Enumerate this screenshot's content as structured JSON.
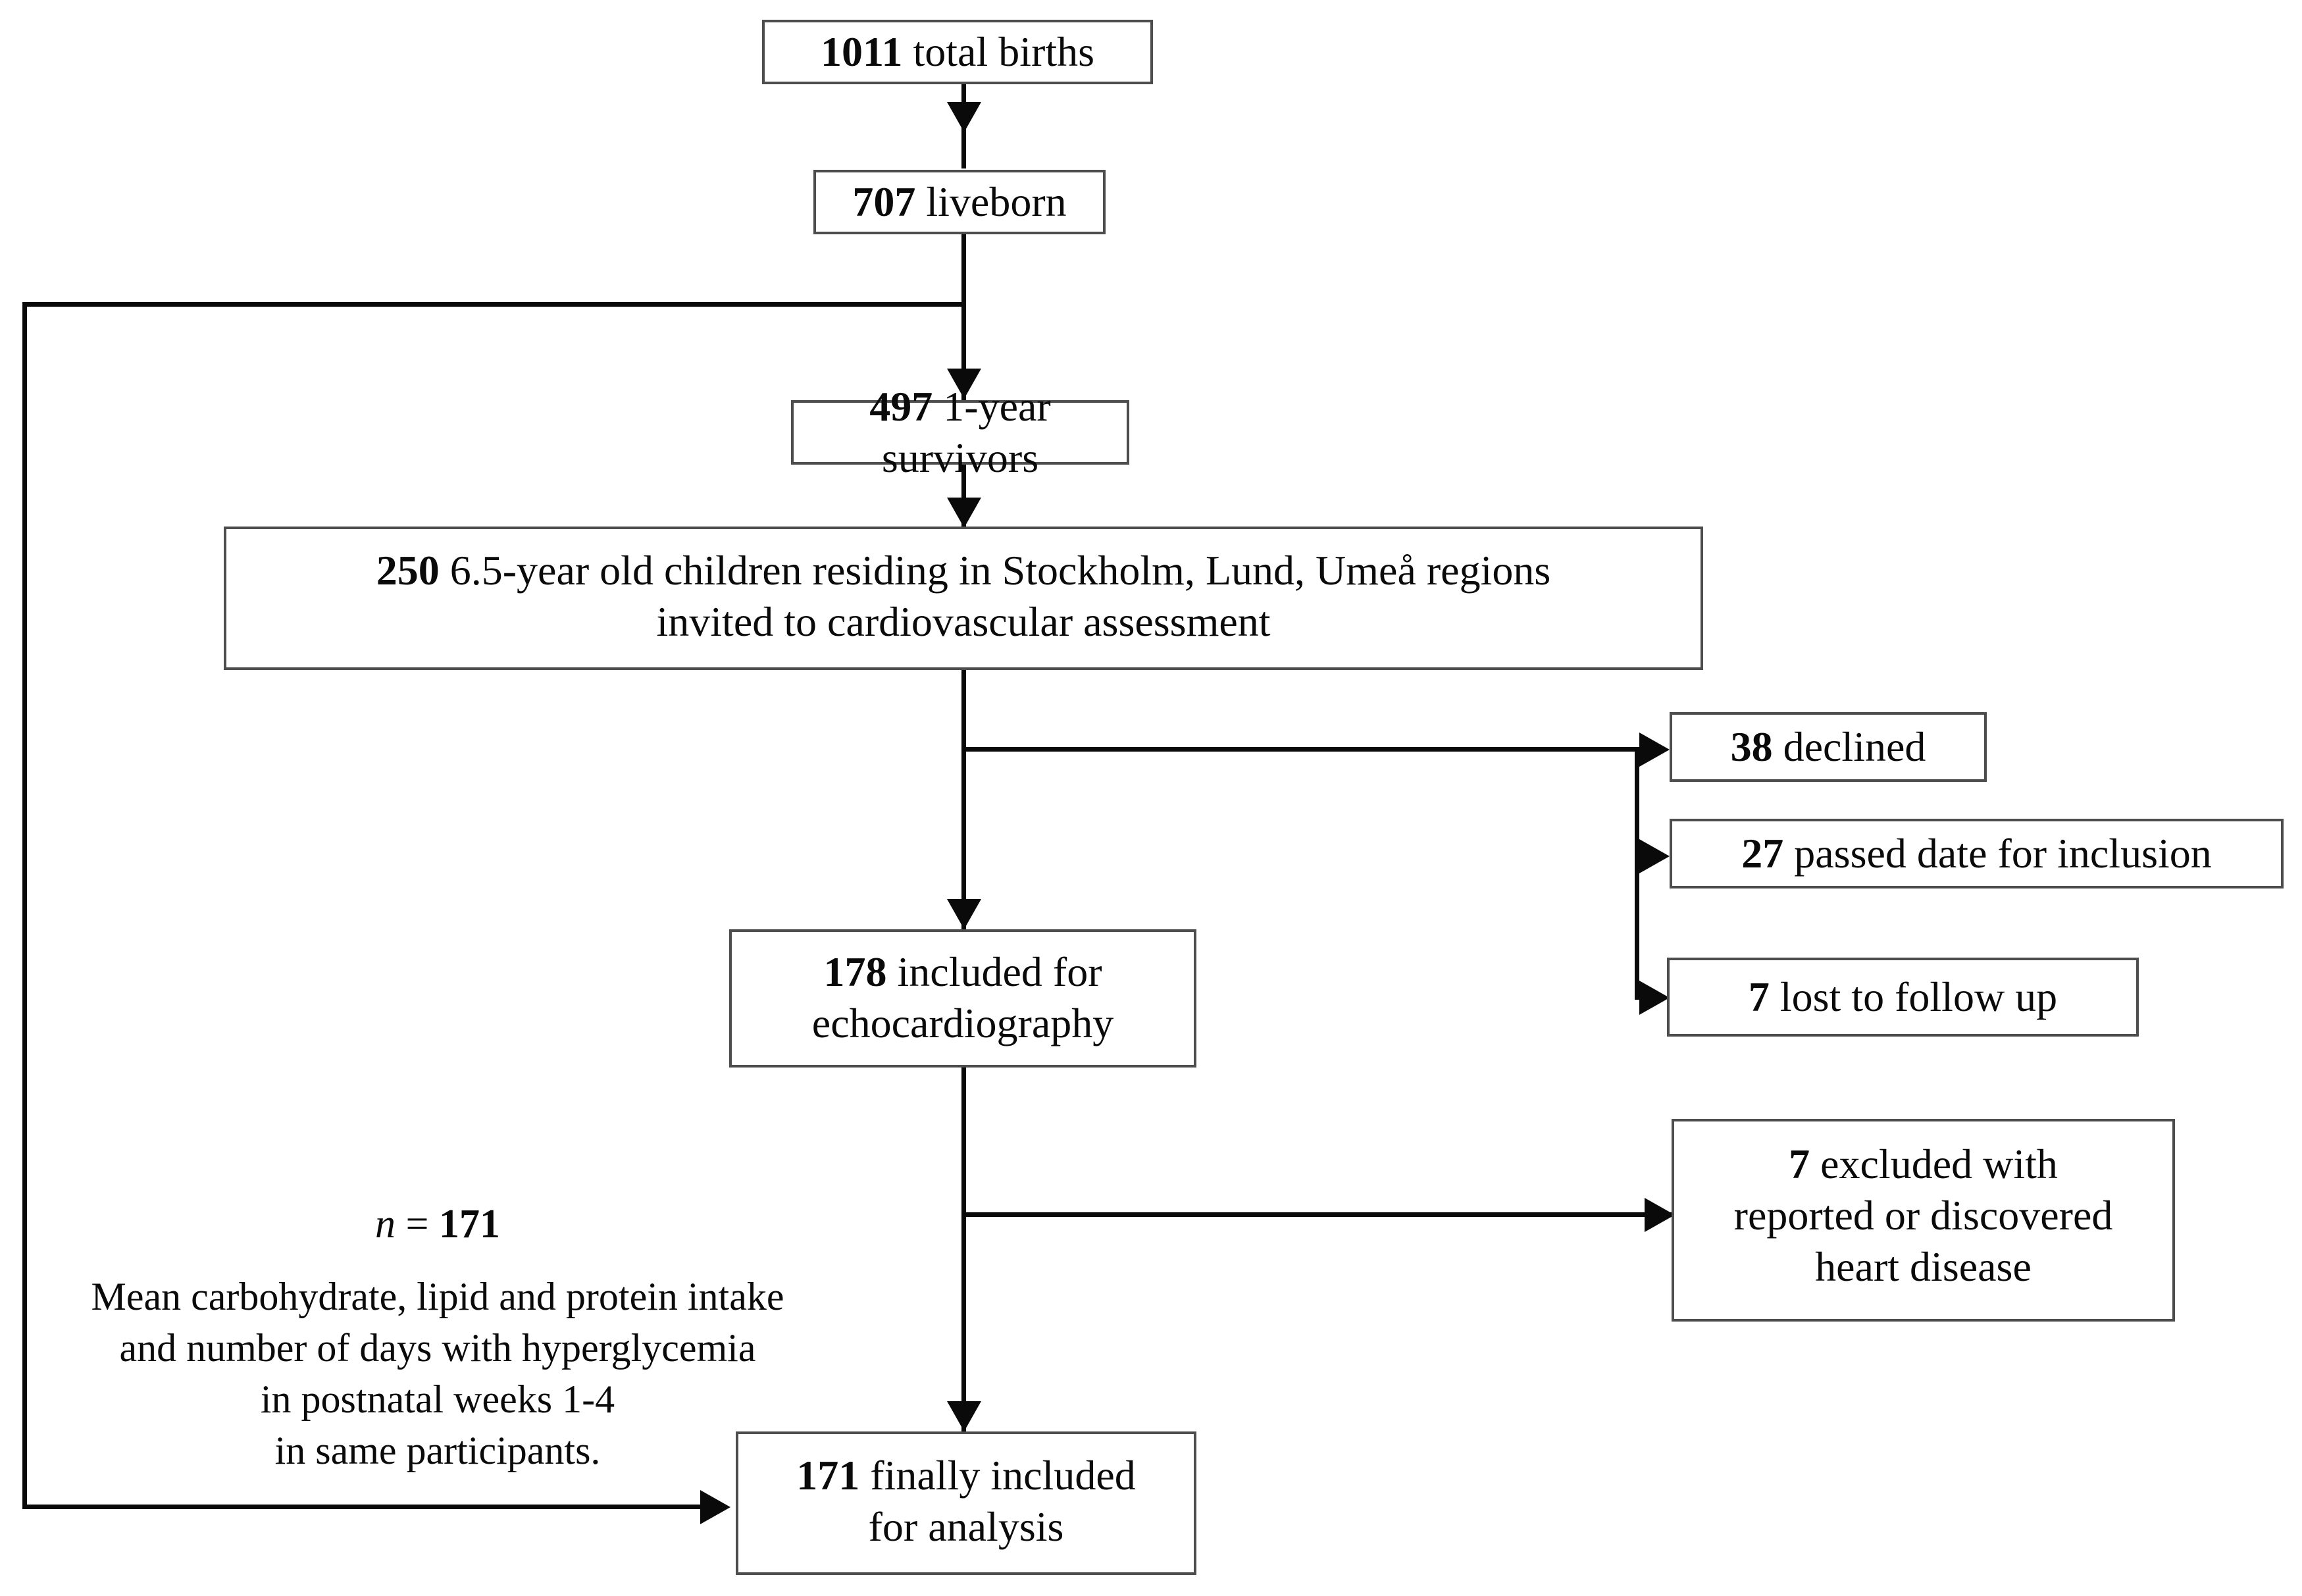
{
  "diagram": {
    "title": "Study participant flow diagram",
    "type": "flowchart",
    "line_color": "#0a0a0a",
    "box_border_color": "#4d4d4d",
    "background": "#ffffff"
  },
  "nodes": {
    "total_births": {
      "count": "1011",
      "label": "total births"
    },
    "liveborn": {
      "count": "707",
      "label": "liveborn"
    },
    "survivors": {
      "count": "497",
      "label": "1-year survivors"
    },
    "invited": {
      "count": "250",
      "line1": "6.5-year old children residing in Stockholm, Lund, Umeå regions",
      "line2": "invited to cardiovascular assessment"
    },
    "included_echo": {
      "count": "178",
      "line1": "included for",
      "line2": "echocardiography"
    },
    "final_included": {
      "count": "171",
      "line1": "finally included",
      "line2": "for analysis"
    }
  },
  "exclusions": {
    "declined": {
      "count": "38",
      "label": "declined"
    },
    "passed_date": {
      "count": "27",
      "label": "passed date for inclusion"
    },
    "lost_followup": {
      "count": "7",
      "label": "lost to follow up"
    },
    "heart_disease": {
      "count": "7",
      "line1": "excluded with",
      "line2": "reported or discovered",
      "line3": "heart disease"
    }
  },
  "annotation": {
    "n_symbol": "n",
    "n_equals": " = ",
    "n_value": "171",
    "line1": "Mean carbohydrate, lipid and protein intake",
    "line2": "and number of days with hyperglycemia",
    "line3": "in postnatal weeks 1-4",
    "line4": "in same participants."
  }
}
